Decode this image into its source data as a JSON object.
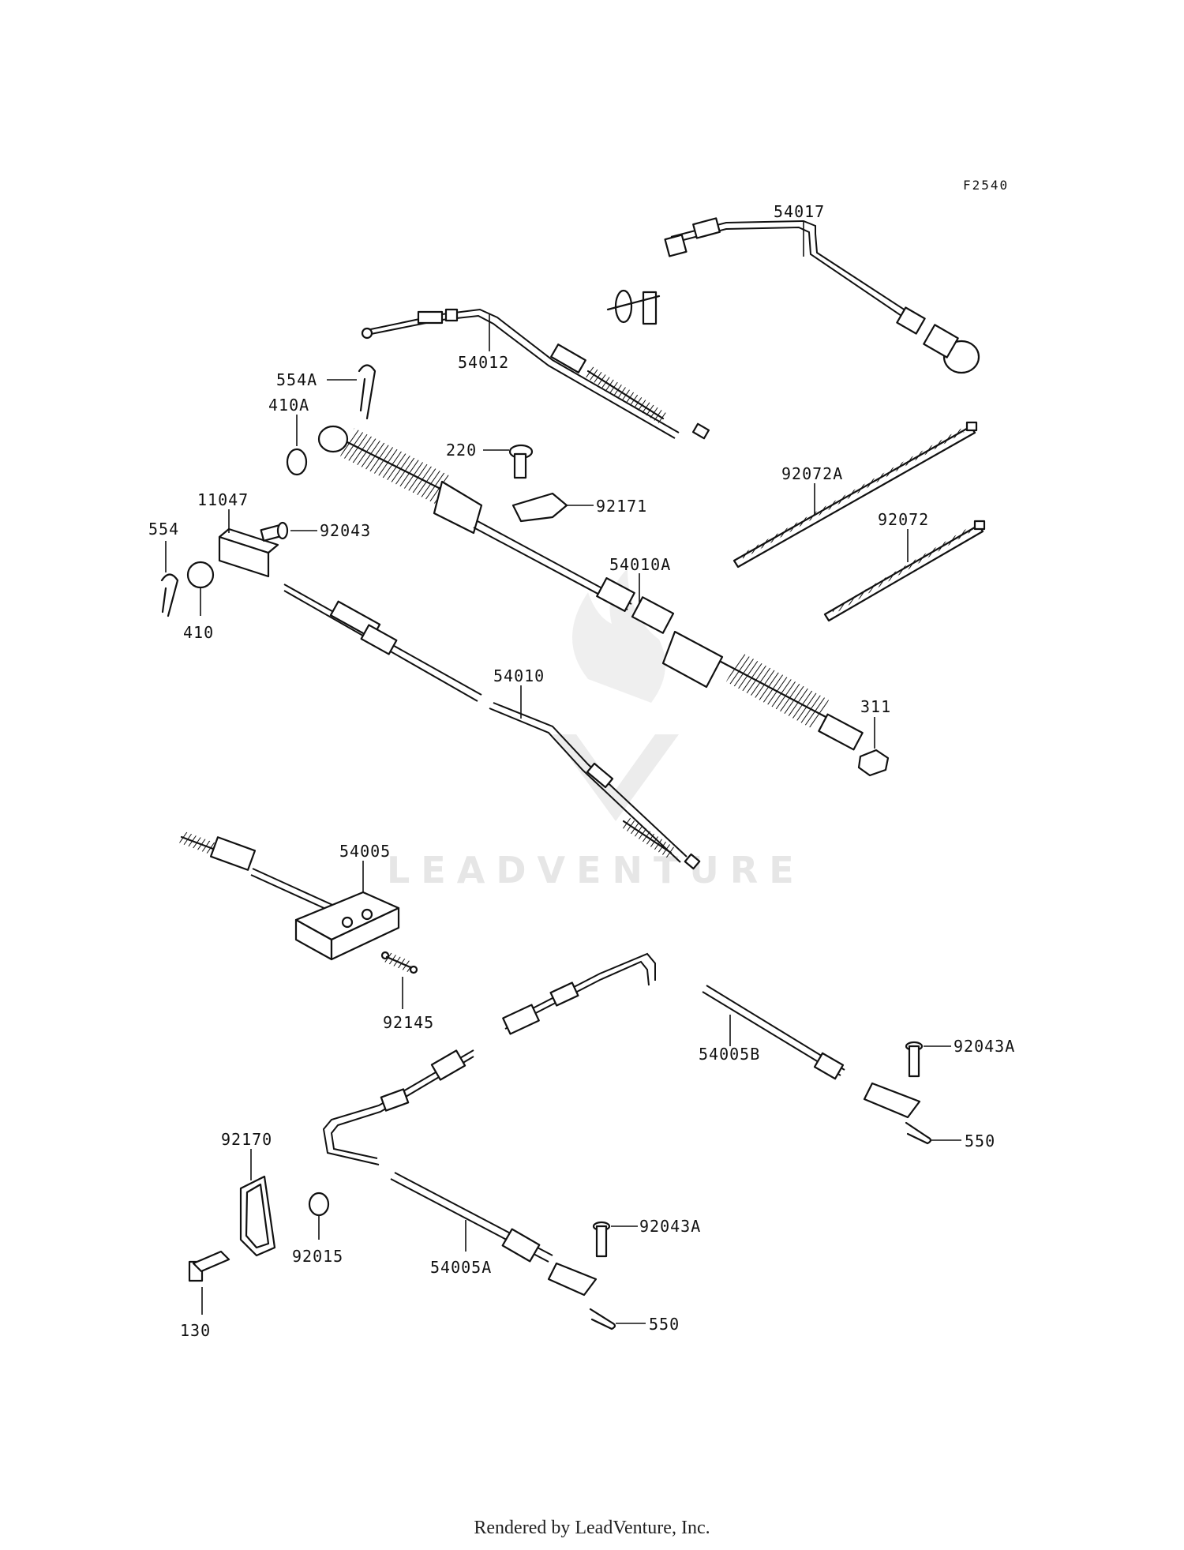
{
  "diagram_code": "F2540",
  "footer": "Rendered by LeadVenture, Inc.",
  "watermark": "LEADVENTURE",
  "labels": {
    "p54017": "54017",
    "p54012": "54012",
    "p554A": "554A",
    "p410A": "410A",
    "p220": "220",
    "p92171": "92171",
    "p11047": "11047",
    "p92043": "92043",
    "p554": "554",
    "p410": "410",
    "p54010A": "54010A",
    "p92072A": "92072A",
    "p92072": "92072",
    "p54010": "54010",
    "p311": "311",
    "p54005": "54005",
    "p92145": "92145",
    "p92043A_1": "92043A",
    "p54005B": "54005B",
    "p550_1": "550",
    "p92170": "92170",
    "p92015": "92015",
    "p130": "130",
    "p54005A": "54005A",
    "p92043A_2": "92043A",
    "p550_2": "550"
  }
}
